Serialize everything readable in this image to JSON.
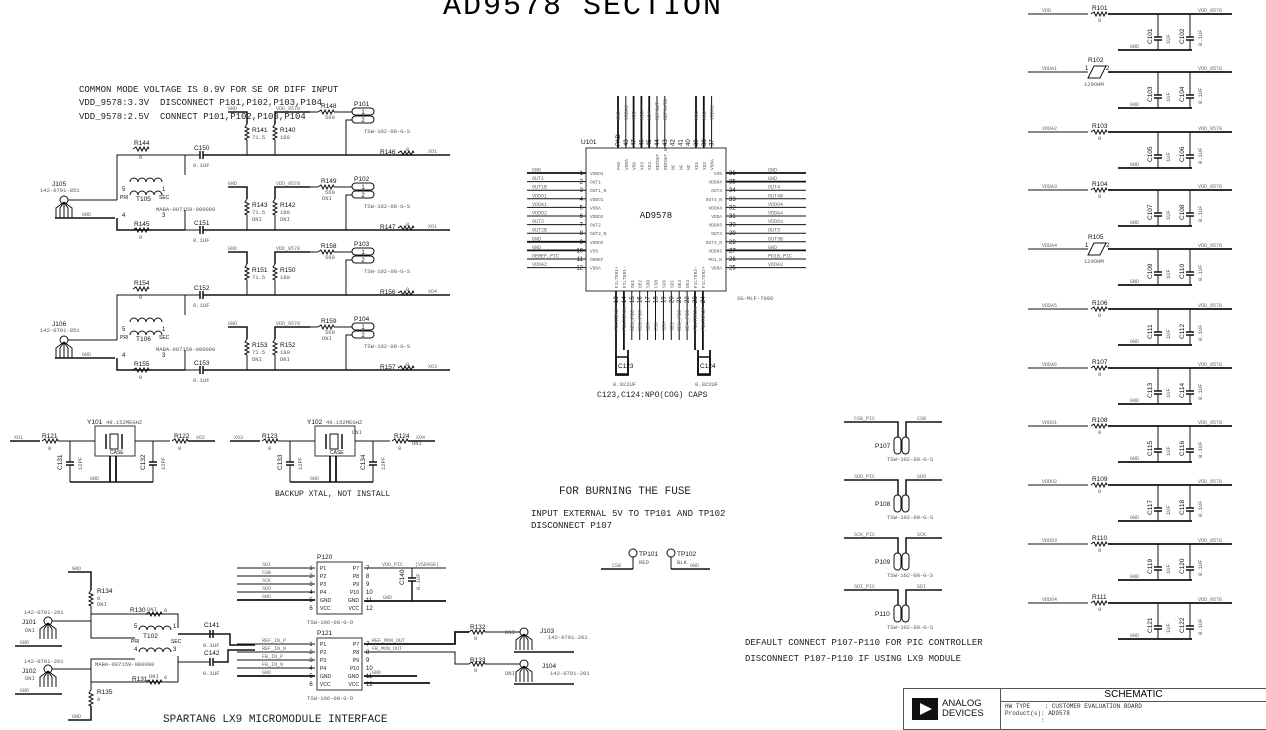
{
  "title": "AD9578 SECTION",
  "notes": {
    "common_mode": "COMMON MODE VOLTAGE IS 0.9V FOR SE OR DIFF INPUT",
    "vdd_33": "VDD_9578:3.3V  DISCONNECT P101,P102,P103,P104",
    "vdd_25": "VDD_9578:2.5V  CONNECT P101,P102,P103,P104",
    "caps_note": "C123,C124:NPO(COG) CAPS",
    "backup_xtal": "BACKUP XTAL, NOT INSTALL",
    "fuse_title": "FOR BURNING THE FUSE",
    "fuse_line1": "INPUT EXTERNAL 5V TO TP101 AND TP102",
    "fuse_line2": "DISCONNECT P107",
    "pic_line1": "DEFAULT CONNECT P107-P110 FOR PIC CONTROLLER",
    "pic_line2": "DISCONNECT P107-P110 IF USING LX9 MODULE",
    "spartan": "SPARTAN6 LX9 MICROMODULE INTERFACE"
  },
  "input_channels": [
    {
      "conn": "J105",
      "conn_part": "142-0701-851",
      "xfmr": "T105",
      "xfmr_part": "MABA-007159-000000",
      "r_top": "R144",
      "r_top_val": "0",
      "r_bot": "R145",
      "r_bot_val": "0",
      "c_top": "C150",
      "c_bot": "C151",
      "c_val": "0.1UF",
      "bias": [
        {
          "r_gnd": "R141",
          "r_gnd_val": "71.5",
          "r_vdd": "R140",
          "r_vdd_val": "180",
          "r_ser": "R148",
          "r_ser_val": "560",
          "hdr": "P101",
          "r_out": "R146",
          "r_out_val": "0",
          "net": "XO1",
          "dni": false
        },
        {
          "r_gnd": "R143",
          "r_gnd_val": "71.5",
          "r_vdd": "R142",
          "r_vdd_val": "180",
          "r_ser": "R149",
          "r_ser_val": "560",
          "hdr": "P102",
          "r_out": "R147",
          "r_out_val": "0",
          "net": "XO1",
          "dni": true
        }
      ]
    },
    {
      "conn": "J106",
      "conn_part": "142-0701-851",
      "xfmr": "T106",
      "xfmr_part": "MABA-007159-000000",
      "r_top": "R154",
      "r_top_val": "0",
      "r_bot": "R155",
      "r_bot_val": "0",
      "c_top": "C152",
      "c_bot": "C153",
      "c_val": "0.1UF",
      "bias": [
        {
          "r_gnd": "R151",
          "r_gnd_val": "71.5",
          "r_vdd": "R150",
          "r_vdd_val": "180",
          "r_ser": "R158",
          "r_ser_val": "560",
          "hdr": "P103",
          "r_out": "R156",
          "r_out_val": "0",
          "net": "XO4",
          "dni": false
        },
        {
          "r_gnd": "R153",
          "r_gnd_val": "71.5",
          "r_vdd": "R152",
          "r_vdd_val": "180",
          "r_ser": "R159",
          "r_ser_val": "560",
          "hdr": "P104",
          "r_out": "R157",
          "r_out_val": "0",
          "net": "XO3",
          "dni": true
        }
      ]
    }
  ],
  "labels": {
    "gnd": "GND",
    "vdd9578": "VDD_9578",
    "dni": "DNI",
    "header_part": "TSW-102-08-G-S",
    "pri": "PRI",
    "sec": "SEC",
    "case": "CASE",
    "vdd_pic": "VDD_PIC",
    "vsense": "(VSENSE)",
    "p12x_part": "TSW-106-08-G-D"
  },
  "chip": {
    "ref": "U101",
    "name": "AD9578",
    "package": "SG-MLF-7006",
    "left_pins": [
      {
        "n": "1",
        "pin": "VDDO1",
        "net": "GND"
      },
      {
        "n": "2",
        "pin": "OUT1",
        "net": "OUT1"
      },
      {
        "n": "3",
        "pin": "OUT1_N",
        "net": "OUT1B"
      },
      {
        "n": "4",
        "pin": "VDDO1",
        "net": "VDDO1"
      },
      {
        "n": "5",
        "pin": "VDDA",
        "net": "VDDA1"
      },
      {
        "n": "6",
        "pin": "VDDO2",
        "net": "VDDO2"
      },
      {
        "n": "7",
        "pin": "OUT2",
        "net": "OUT2"
      },
      {
        "n": "8",
        "pin": "OUT2_N",
        "net": "OUT2B"
      },
      {
        "n": "9",
        "pin": "VDDO2",
        "net": "GND"
      },
      {
        "n": "10",
        "pin": "VSS",
        "net": "GND"
      },
      {
        "n": "11",
        "pin": "OEREF",
        "net": "OEREF_PIC"
      },
      {
        "n": "12",
        "pin": "VDDA",
        "net": "VDDA2"
      }
    ],
    "right_pins": [
      {
        "n": "36",
        "pin": "VSS",
        "net": "GND"
      },
      {
        "n": "35",
        "pin": "VDDO4",
        "net": "GND"
      },
      {
        "n": "34",
        "pin": "OUT4",
        "net": "OUT4"
      },
      {
        "n": "33",
        "pin": "OUT4_N",
        "net": "OUT4B"
      },
      {
        "n": "32",
        "pin": "VDDO4",
        "net": "VDDO4"
      },
      {
        "n": "31",
        "pin": "VDDA",
        "net": "VDDA4"
      },
      {
        "n": "30",
        "pin": "VDDO3",
        "net": "VDDO3"
      },
      {
        "n": "29",
        "pin": "OUT3",
        "net": "OUT3"
      },
      {
        "n": "28",
        "pin": "OUT3_N",
        "net": "OUT3B"
      },
      {
        "n": "27",
        "pin": "VDDO3",
        "net": "GND"
      },
      {
        "n": "26",
        "pin": "PD1_N",
        "net": "PD1B_PIC"
      },
      {
        "n": "25",
        "pin": "VDDA",
        "net": "VDDA3"
      }
    ],
    "top_pins": [
      {
        "n": "PAD",
        "pin": "PAD",
        "net": "GND"
      },
      {
        "n": "48",
        "pin": "VDDA",
        "net": "VDDA6"
      },
      {
        "n": "47",
        "pin": "VDD",
        "net": "VDD"
      },
      {
        "n": "46",
        "pin": "XO3",
        "net": "XO3"
      },
      {
        "n": "45",
        "pin": "XO4",
        "net": "XO4"
      },
      {
        "n": "44",
        "pin": "REFOUT",
        "net": "REFOUT"
      },
      {
        "n": "43",
        "pin": "REFOUT_N",
        "net": "REFOUTB"
      },
      {
        "n": "42",
        "pin": "NC",
        "net": ""
      },
      {
        "n": "41",
        "pin": "NC",
        "net": ""
      },
      {
        "n": "40",
        "pin": "NC",
        "net": ""
      },
      {
        "n": "39",
        "pin": "XO1",
        "net": "XO1"
      },
      {
        "n": "38",
        "pin": "XO2",
        "net": "XO2"
      },
      {
        "n": "37",
        "pin": "VDDA",
        "net": "VDDA5"
      }
    ],
    "bottom_pins": [
      {
        "n": "13",
        "pin": "FILTER1+",
        "net": "FILTER1P"
      },
      {
        "n": "14",
        "pin": "FILTER1-",
        "net": "FILTER1N"
      },
      {
        "n": "15",
        "pin": "OE1",
        "net": "OE1_PIC"
      },
      {
        "n": "16",
        "pin": "OE2",
        "net": "OE2_PIC"
      },
      {
        "n": "17",
        "pin": "SDO",
        "net": "SDO"
      },
      {
        "n": "18",
        "pin": "CSB",
        "net": "CSB"
      },
      {
        "n": "19",
        "pin": "SCK",
        "net": "SCK"
      },
      {
        "n": "20",
        "pin": "SDI",
        "net": "SDI"
      },
      {
        "n": "21",
        "pin": "OE3",
        "net": "OE3_PIC"
      },
      {
        "n": "22",
        "pin": "OE4",
        "net": "OE4_PIC"
      },
      {
        "n": "23",
        "pin": "FILTER2-",
        "net": "FILTER2N"
      },
      {
        "n": "24",
        "pin": "FILTER2+",
        "net": "FILTER2P"
      }
    ],
    "filter_caps": [
      {
        "ref": "C123",
        "val": "0.022UF"
      },
      {
        "ref": "C124",
        "val": "0.022UF"
      }
    ]
  },
  "crystals": [
    {
      "ref": "Y101",
      "freq": "49.152MEGHZ",
      "r_in": "R121",
      "r_in_val": "0",
      "r_out": "R122",
      "r_out_val": "0",
      "c1": "C131",
      "c2": "C132",
      "c_val": "12PF",
      "net_in": "XO1",
      "net_out": "XO2",
      "dni": false
    },
    {
      "ref": "Y102",
      "freq": "49.152MEGHZ",
      "r_in": "R123",
      "r_in_val": "0",
      "r_out": "R124",
      "r_out_val": "0",
      "c1": "C133",
      "c2": "C134",
      "c_val": "12PF",
      "net_in": "XO3",
      "net_out": "XO4",
      "dni": true
    }
  ],
  "decoupling": [
    {
      "net": "VDD",
      "r": "R101",
      "r_val": "0",
      "ferrite": false,
      "c1": "C101",
      "c2": "C102"
    },
    {
      "net": "VDDA1",
      "r": "R102",
      "r_val": "120OHM",
      "ferrite": true,
      "c1": "C103",
      "c2": "C104"
    },
    {
      "net": "VDDA2",
      "r": "R103",
      "r_val": "0",
      "ferrite": false,
      "c1": "C105",
      "c2": "C106"
    },
    {
      "net": "VDDA3",
      "r": "R104",
      "r_val": "0",
      "ferrite": false,
      "c1": "C107",
      "c2": "C108"
    },
    {
      "net": "VDDA4",
      "r": "R105",
      "r_val": "120OHM",
      "ferrite": true,
      "c1": "C109",
      "c2": "C110"
    },
    {
      "net": "VDDA5",
      "r": "R106",
      "r_val": "0",
      "ferrite": false,
      "c1": "C111",
      "c2": "C112"
    },
    {
      "net": "VDDA6",
      "r": "R107",
      "r_val": "0",
      "ferrite": false,
      "c1": "C113",
      "c2": "C114"
    },
    {
      "net": "VDDO1",
      "r": "R108",
      "r_val": "0",
      "ferrite": false,
      "c1": "C115",
      "c2": "C116"
    },
    {
      "net": "VDDO2",
      "r": "R109",
      "r_val": "0",
      "ferrite": false,
      "c1": "C117",
      "c2": "C118"
    },
    {
      "net": "VDDO3",
      "r": "R110",
      "r_val": "0",
      "ferrite": false,
      "c1": "C119",
      "c2": "C120"
    },
    {
      "net": "VDDO4",
      "r": "R111",
      "r_val": "0",
      "ferrite": false,
      "c1": "C121",
      "c2": "C122"
    }
  ],
  "decoupling_vals": {
    "c1": "1UF",
    "c2": "0.1UF"
  },
  "pic_headers": [
    {
      "ref": "P107",
      "left": "CSB_PIC",
      "right": "CSB"
    },
    {
      "ref": "P108",
      "left": "SDO_PIC",
      "right": "SDO"
    },
    {
      "ref": "P109",
      "left": "SCK_PIC",
      "right": "SCK"
    },
    {
      "ref": "P110",
      "left": "SDI_PIC",
      "right": "SDI"
    }
  ],
  "test_points": [
    {
      "ref": "TP101",
      "color": "RED",
      "net": "CSB"
    },
    {
      "ref": "TP102",
      "color": "BLK",
      "net": "GND"
    }
  ],
  "p120": {
    "ref": "P120",
    "pins_l": [
      "P1",
      "P2",
      "P3",
      "P4",
      "GND",
      "VCC"
    ],
    "pins_r": [
      "P7",
      "P8",
      "P9",
      "P10",
      "GND",
      "VCC"
    ],
    "nets_l": [
      "SDI",
      "CSB",
      "SCK",
      "SDO",
      "GND",
      ""
    ],
    "cap": "C140",
    "cap_val": "0.1UF"
  },
  "p121": {
    "ref": "P121",
    "pins_l": [
      "P1",
      "P2",
      "P3",
      "P4",
      "GND",
      "VCC"
    ],
    "pins_r": [
      "P7",
      "P8",
      "P9",
      "P10",
      "GND",
      "VCC"
    ],
    "nets_l": [
      "REF_IN_P",
      "REF_IN_N",
      "FB_IN_P",
      "FB_IN_N",
      "GND",
      ""
    ],
    "nets_r": [
      "REF_MON_OUT",
      "FB_MON_OUT",
      "",
      "",
      "GND",
      ""
    ]
  },
  "lx9_input": {
    "j101": "J101",
    "j102": "J102",
    "conn_part": "142-0701-201",
    "xfmr": "T102",
    "xfmr_part": "MABA-007159-000000",
    "r134": "R134",
    "r134_val": "0",
    "r135": "R135",
    "r135_val": "0",
    "r130": "R130",
    "r130_val": "0",
    "r131": "R131",
    "r131_val": "0",
    "c141": "C141",
    "c142": "C142",
    "c_val": "0.1UF"
  },
  "lx9_output": {
    "r132": "R132",
    "r132_val": "0",
    "r133": "R133",
    "r133_val": "0",
    "j103": "J103",
    "j104": "J104",
    "conn_part": "142-0701-201"
  },
  "title_block": {
    "brand_line1": "ANALOG",
    "brand_line2": "DEVICES",
    "header": "SCHEMATIC",
    "row1": "HW TYPE    : CUSTOMER EVALUATION BOARD",
    "row2": "Product(s): AD9578",
    "row3": "          :"
  }
}
